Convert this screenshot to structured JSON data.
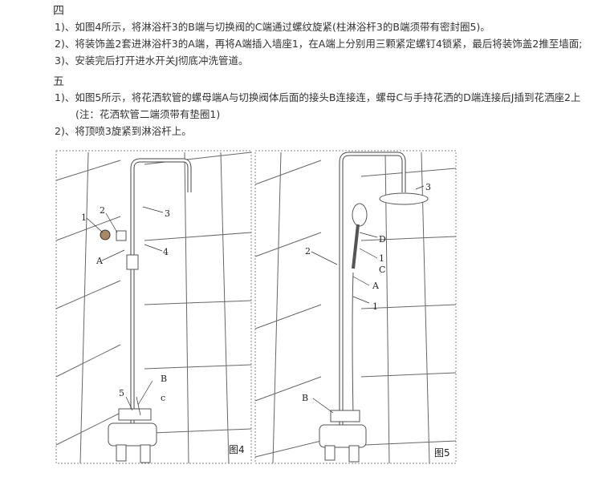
{
  "section4": {
    "heading": "四",
    "lines": [
      "1)、如图4所示，将淋浴杆3的B端与切换阀的C端通过螺纹旋紧(柱淋浴杆3的B端须带有密封圈5)。",
      "2)、将装饰盖2套进淋浴杆3的A端，再将A端插入墙座1，在A端上分别用三颗紧定螺钉4锁紧，最后将装饰盖2推至墙面;",
      "3)、安装完后打开进水开关J彻底冲洗管道。"
    ]
  },
  "section5": {
    "heading": "五",
    "lines": [
      "1)、如图5所示，将花洒软管的螺母端A与切换阀体后面的接头B连接连，螺母C与手持花洒的D端连接后J插到花洒座2上",
      "(注：花洒软管二端须带有垫圈1)",
      "2)、将顶喷3旋紧到淋浴杆上。"
    ]
  },
  "figure4": {
    "caption": "图4",
    "labels": [
      "1",
      "2",
      "3",
      "A",
      "4",
      "B",
      "5",
      "c"
    ]
  },
  "figure5": {
    "caption": "图5",
    "labels": [
      "3",
      "D",
      "2",
      "1",
      "C",
      "A",
      "1",
      "B"
    ]
  }
}
